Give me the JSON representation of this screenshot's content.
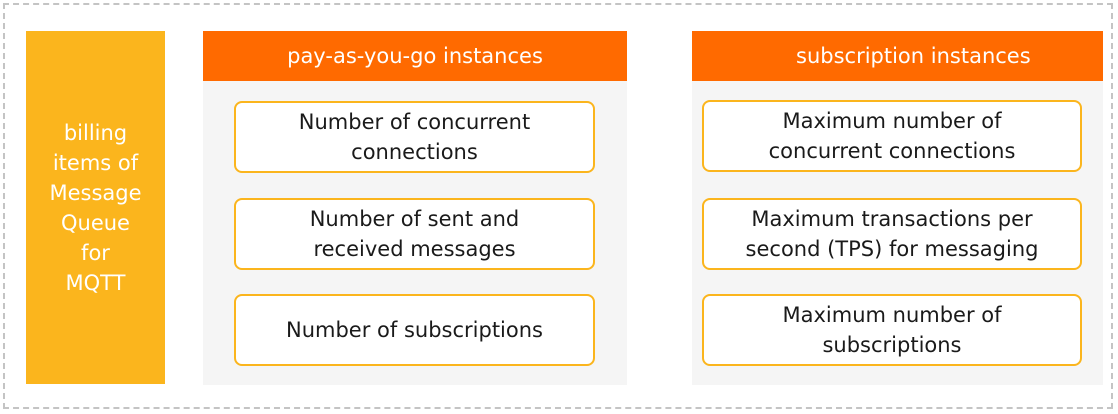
{
  "colors": {
    "accent_orange": "#ff6a00",
    "accent_yellow": "#fbb51d",
    "panel_bg": "#f5f5f5",
    "frame_border": "#c4c4c4"
  },
  "left_label": {
    "lines": [
      "billing",
      "items of",
      "Message",
      "Queue",
      "for",
      "MQTT"
    ]
  },
  "payg": {
    "title": "pay-as-you-go instances",
    "items": [
      {
        "line1": "Number of concurrent",
        "line2": "connections"
      },
      {
        "line1": "Number of sent and",
        "line2": "received messages"
      },
      {
        "line1": "Number of subscriptions",
        "line2": ""
      }
    ]
  },
  "subscription": {
    "title": "subscription instances",
    "items": [
      {
        "line1": "Maximum number of",
        "line2": "concurrent connections"
      },
      {
        "line1": "Maximum transactions per",
        "line2": "second (TPS) for messaging"
      },
      {
        "line1": "Maximum number of",
        "line2": "subscriptions"
      }
    ]
  }
}
